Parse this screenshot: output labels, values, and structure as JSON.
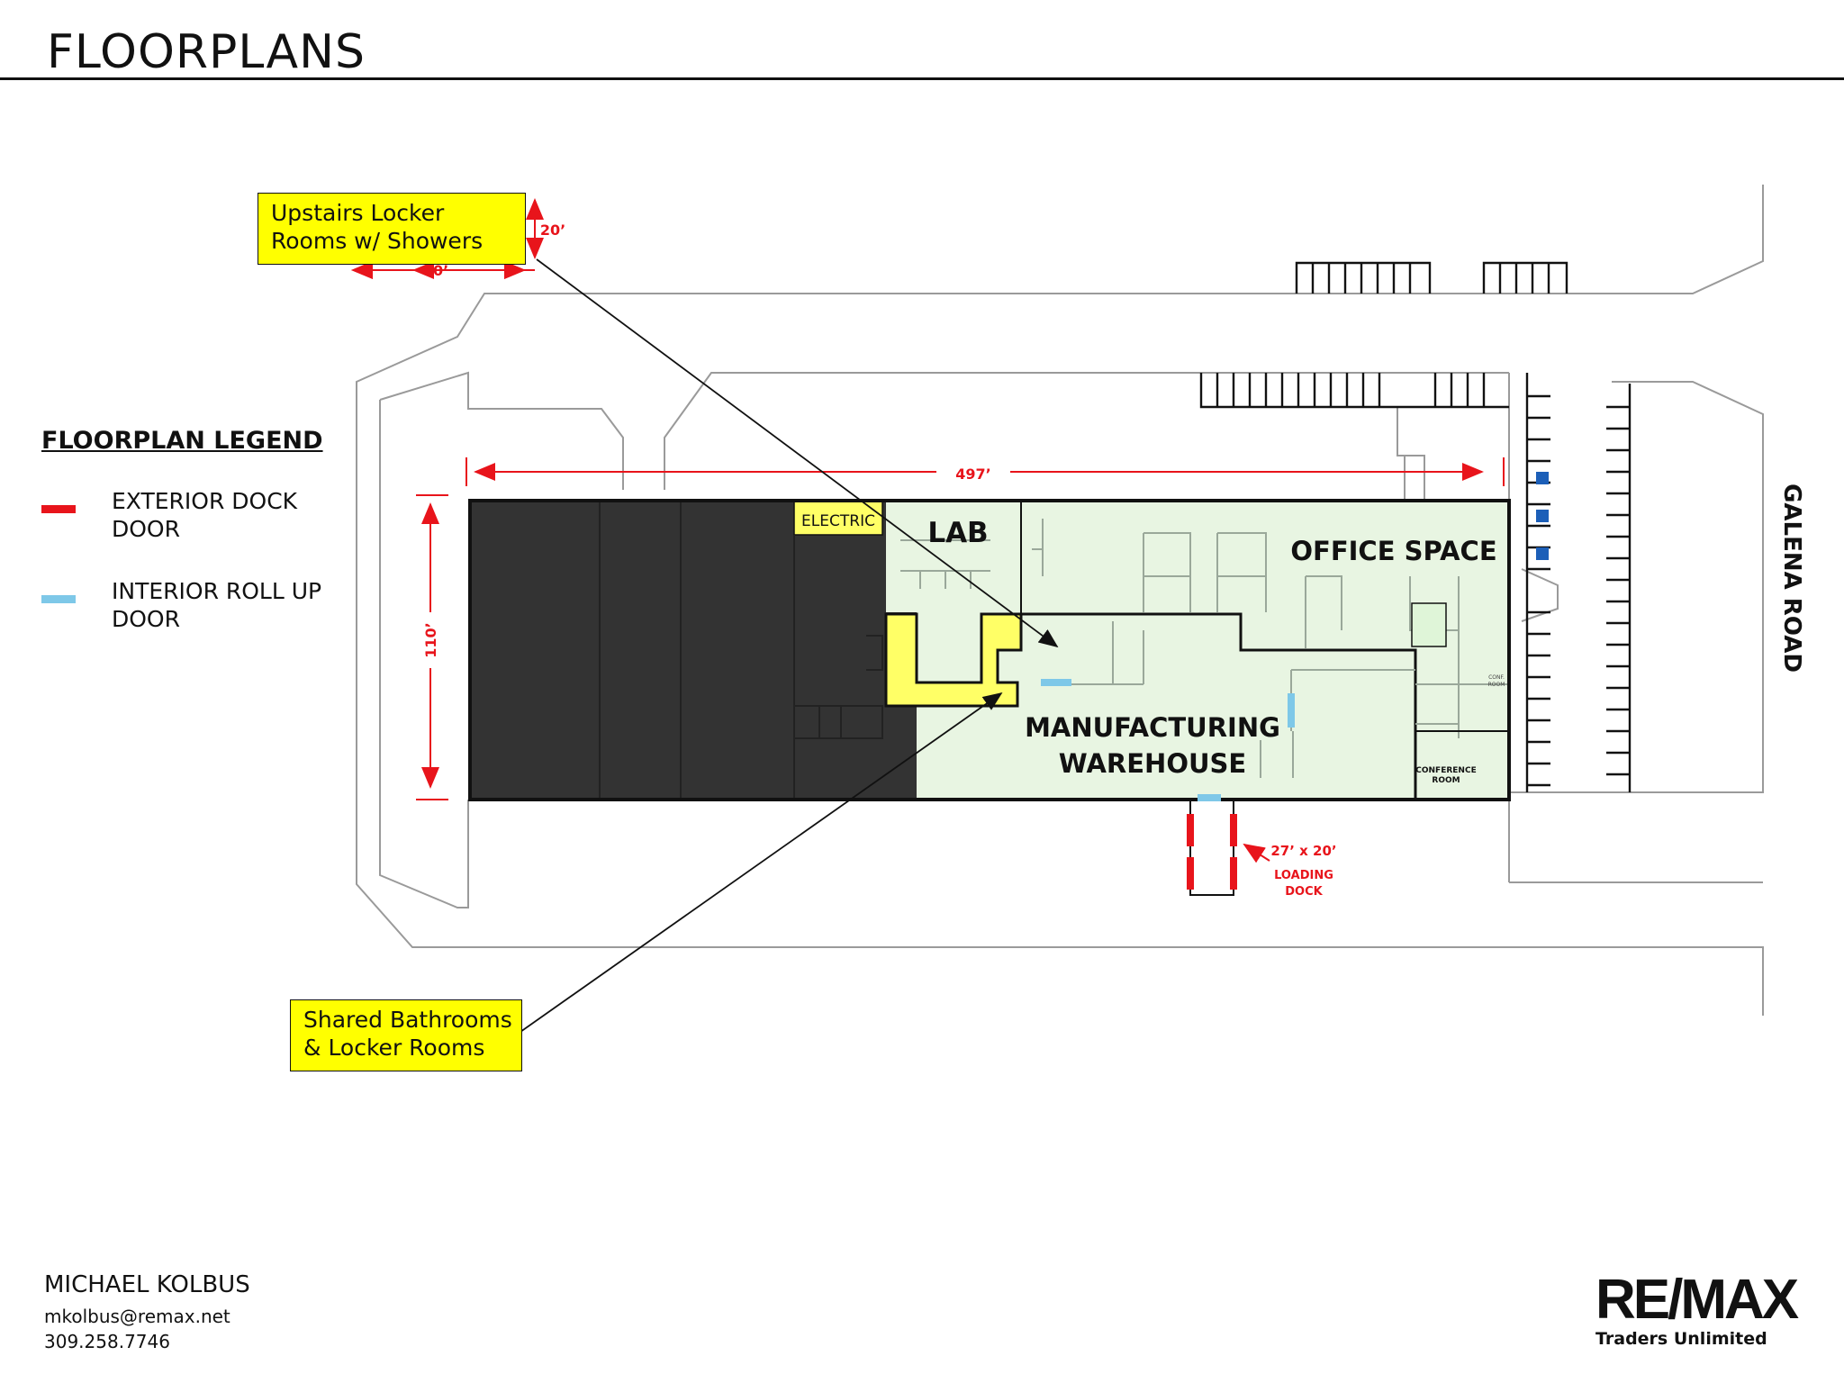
{
  "header": {
    "title": "FLOORPLANS"
  },
  "legend": {
    "title": "FLOORPLAN LEGEND",
    "items": [
      {
        "label": "EXTERIOR DOCK DOOR",
        "color": "#e8141b"
      },
      {
        "label": "INTERIOR ROLL UP DOOR",
        "color": "#7ec8e8"
      }
    ]
  },
  "callouts": {
    "upstairs": {
      "line1": "Upstairs Locker",
      "line2": "Rooms w/ Showers"
    },
    "shared": {
      "line1": "Shared Bathrooms",
      "line2": "& Locker Rooms"
    }
  },
  "plan": {
    "rooms": {
      "electric": "ELECTRIC",
      "lab": "LAB",
      "office": "OFFICE SPACE",
      "warehouse_line1": "MANUFACTURING",
      "warehouse_line2": "WAREHOUSE",
      "conference_line1": "CONFERENCE",
      "conference_line2": "ROOM",
      "conf_small_line1": "CONF.",
      "conf_small_line2": "ROOM"
    },
    "dimensions": {
      "width": "497’",
      "depth": "110’",
      "upstairs_width": "80’",
      "upstairs_depth": "20’",
      "dock_size": "27’ x 20’",
      "dock_label_line1": "LOADING",
      "dock_label_line2": "DOCK"
    },
    "road": "GALENA ROAD",
    "colors": {
      "dark_space": "#333333",
      "leased_space": "#e8f5e2",
      "highlight": "#ffff66",
      "dimension_red": "#e8141b",
      "door_blue": "#7ec8e8",
      "accessible_blue": "#1c5fb8"
    }
  },
  "contact": {
    "name": "MICHAEL KOLBUS",
    "email": "mkolbus@remax.net",
    "phone": "309.258.7746"
  },
  "brand": {
    "name": "RE/MAX",
    "sub": "Traders Unlimited"
  }
}
